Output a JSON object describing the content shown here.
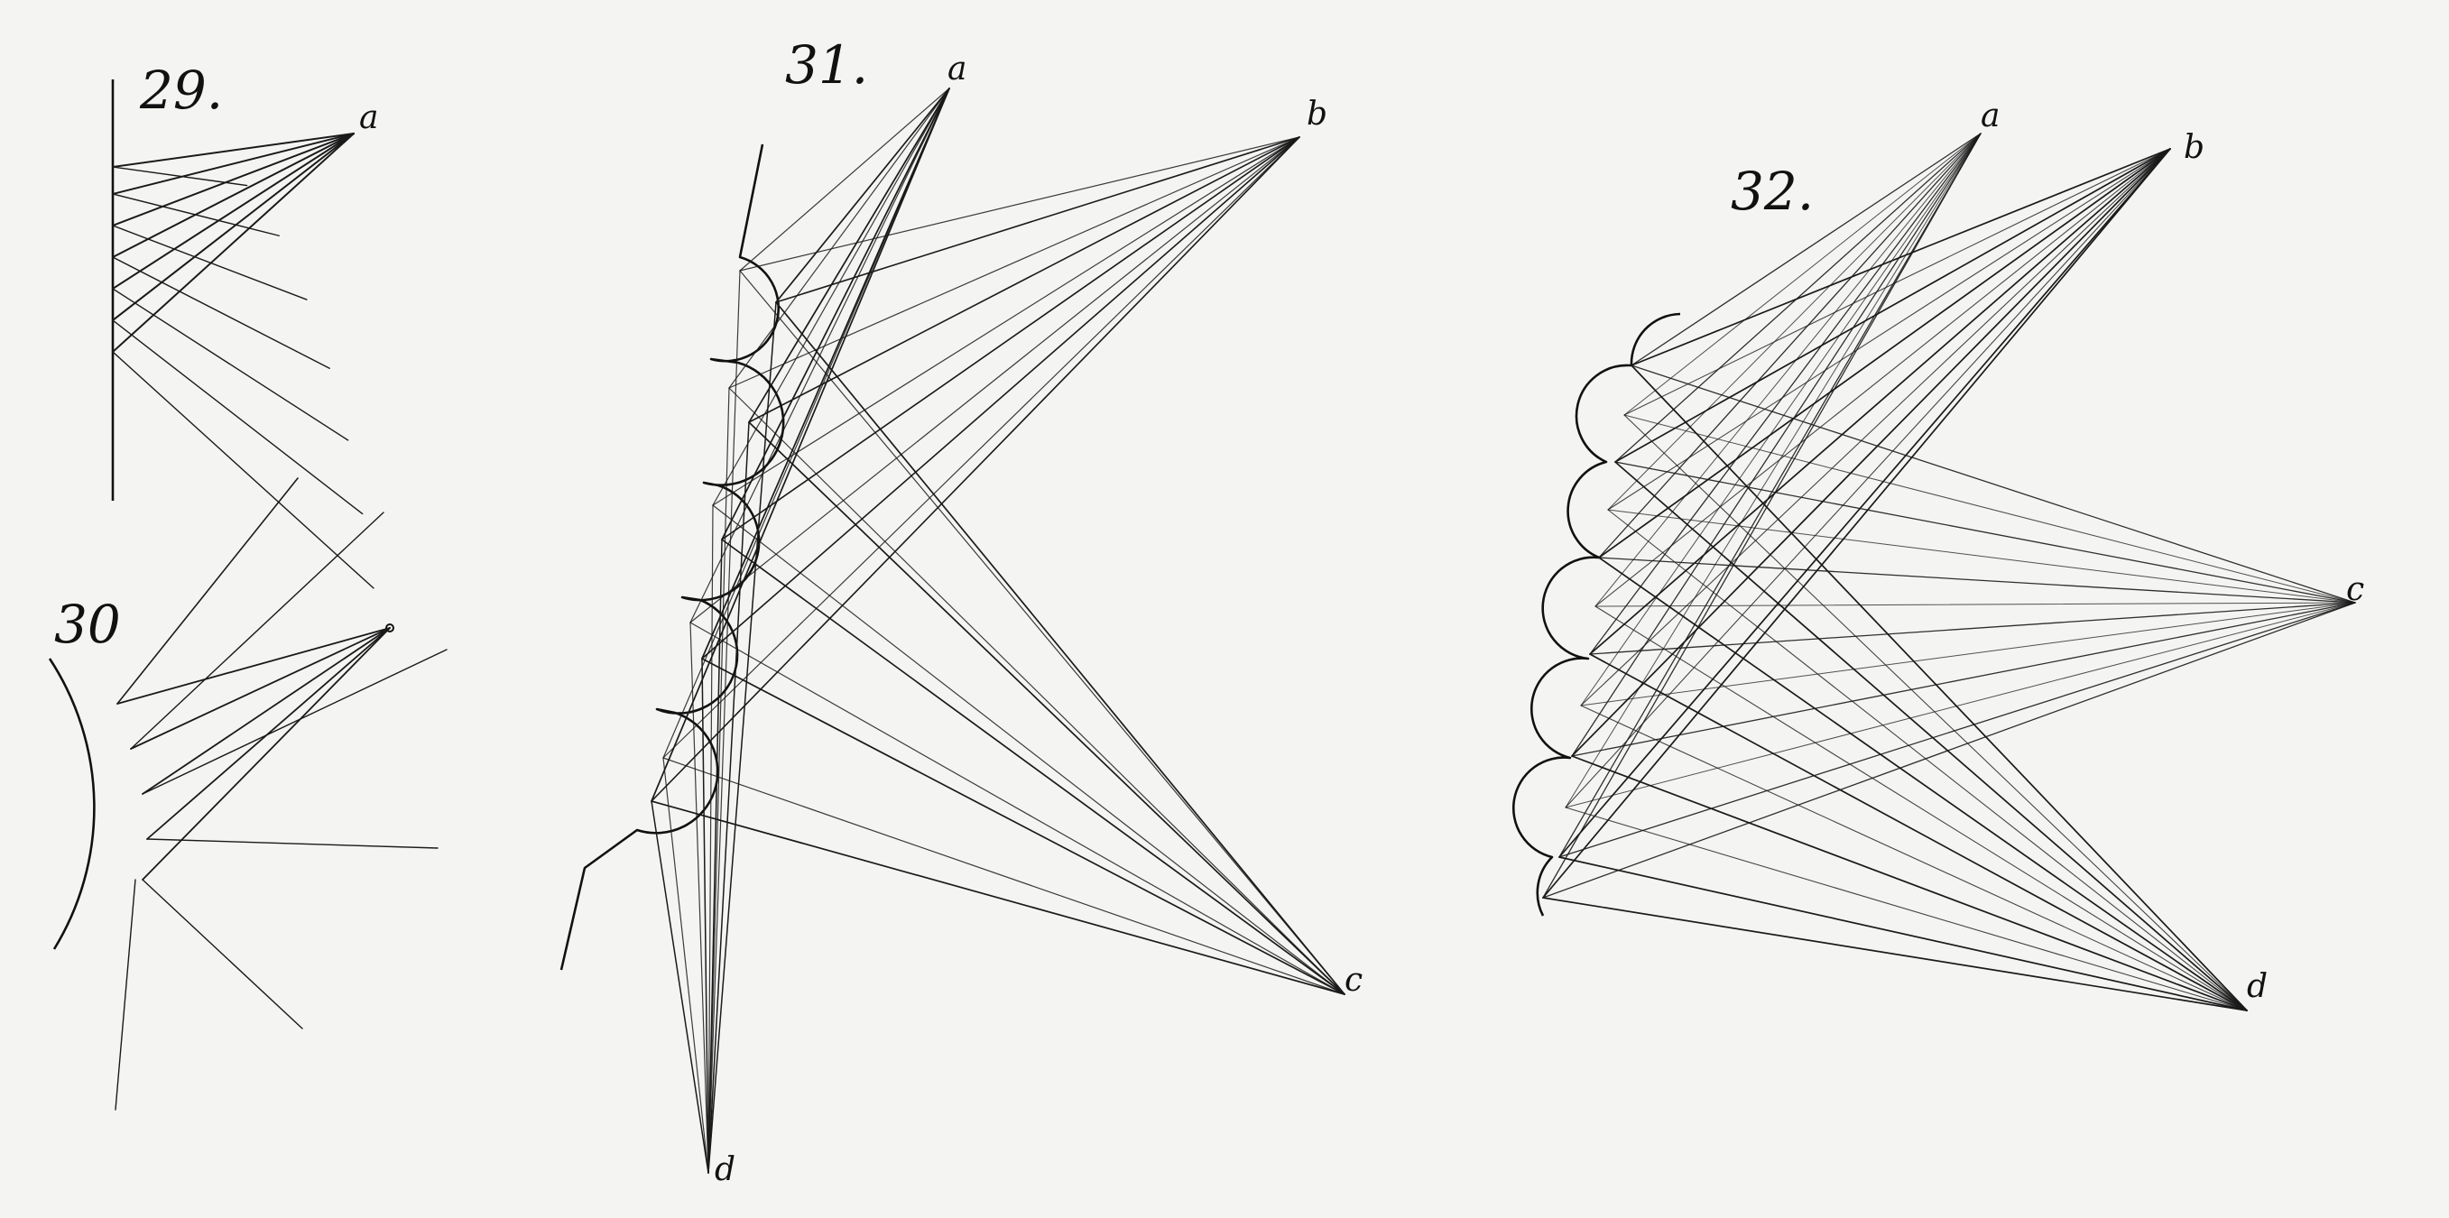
{
  "figures": [
    {
      "id": "29",
      "label": "29.",
      "points": [
        "a"
      ]
    },
    {
      "id": "30",
      "label": "30",
      "points": []
    },
    {
      "id": "31",
      "label": "31.",
      "points": [
        "a",
        "b",
        "c",
        "d"
      ]
    },
    {
      "id": "32",
      "label": "32.",
      "points": [
        "a",
        "b",
        "c",
        "d"
      ]
    }
  ],
  "colors": {
    "paper": "#f4f4f3",
    "ink": "#1a1a1a"
  }
}
